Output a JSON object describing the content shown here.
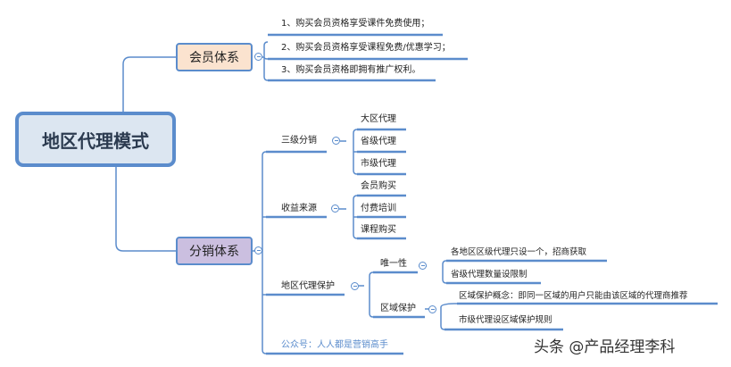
{
  "root": "地区代理模式",
  "member": {
    "label": "会员体系",
    "items": [
      "1、购买会员资格享受课件免费使用；",
      "2、购买会员资格享受课程免费/优惠学习；",
      "3、购买会员资格即拥有推广权利。"
    ]
  },
  "distribution": {
    "label": "分销体系",
    "three_level": {
      "label": "三级分销",
      "items": [
        "大区代理",
        "省级代理",
        "市级代理"
      ]
    },
    "income": {
      "label": "收益来源",
      "items": [
        "会员购买",
        "付费培训",
        "课程购买"
      ]
    },
    "protection": {
      "label": "地区代理保护",
      "unique": {
        "label": "唯一性",
        "items": [
          "各地区区级代理只设一个，招商获取",
          "省级代理数量设限制"
        ]
      },
      "area": {
        "label": "区域保护",
        "items": [
          "区域保护概念：即同一区域的用户只能由该区域的代理商推荐",
          "市级代理设区域保护规则"
        ]
      }
    },
    "footer": "公众号：人人都是营销高手"
  },
  "watermark": "头条 @产品经理李科",
  "colors": {
    "line": "#5b8ccc",
    "root_fill": "#dce6f1",
    "member_fill": "#fbe3cf",
    "distribution_fill": "#cbbfe0"
  }
}
